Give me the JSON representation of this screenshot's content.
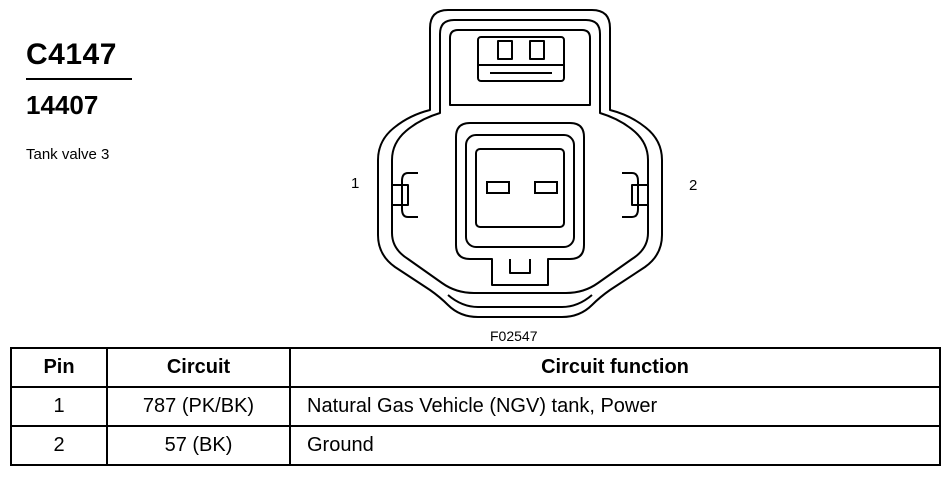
{
  "connector": {
    "id": "C4147",
    "part_number": "14407",
    "description": "Tank valve 3",
    "pin_labels": [
      "1",
      "2"
    ],
    "figure_code": "F02547"
  },
  "table": {
    "headers": [
      "Pin",
      "Circuit",
      "Circuit function"
    ],
    "rows": [
      {
        "pin": "1",
        "circuit": "787 (PK/BK)",
        "function": "Natural Gas Vehicle (NGV) tank, Power"
      },
      {
        "pin": "2",
        "circuit": "57 (BK)",
        "function": "Ground"
      }
    ]
  }
}
